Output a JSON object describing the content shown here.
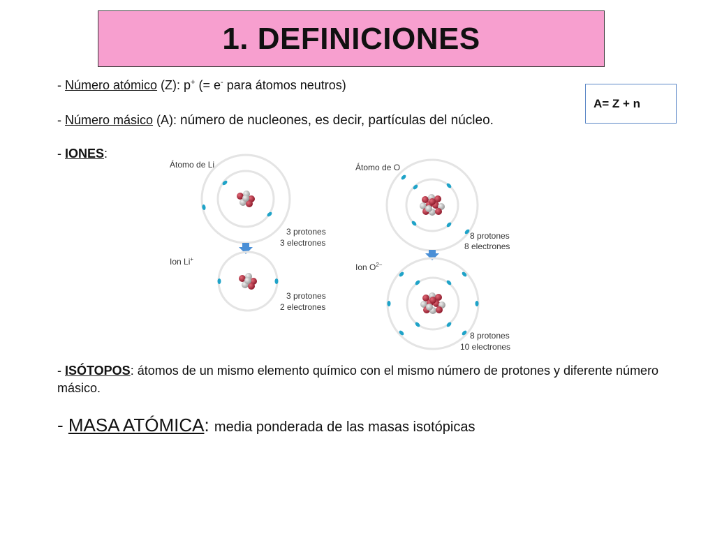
{
  "title": "1. DEFINICIONES",
  "definitions": {
    "numero_atomico": {
      "dash": "- ",
      "term": "Número atómico",
      "rest_a": " (Z): p",
      "sup_plus": "+",
      "rest_b": " (= e",
      "sup_minus": "-",
      "rest_c": " para átomos neutros)"
    },
    "numero_masico": {
      "dash": "- ",
      "term": "Número másico",
      "rest_a": " (A): ",
      "rest_b": "número de nucleones, es decir, partículas del núcleo."
    },
    "iones": {
      "dash": "- ",
      "term": "IONES",
      "rest": ":"
    },
    "isotopos": {
      "dash": "- ",
      "term": "ISÓTOPOS",
      "rest": ": átomos de un mismo elemento químico con el mismo número de protones y diferente número másico."
    },
    "masa_atomica": {
      "dash": "- ",
      "term": "MASA ATÓMICA",
      "colon": ": ",
      "rest": "media ponderada de las masas isotópicas"
    }
  },
  "formula": "A= Z + n",
  "diagram": {
    "li_atom_label": "Átomo de Li",
    "li_atom_caption": [
      "3 protones",
      "3 electrones"
    ],
    "li_ion_label": "Ion Li",
    "li_ion_sup": "+",
    "li_ion_caption": [
      "3 protones",
      "2 electrones"
    ],
    "o_atom_label": "Átomo de O",
    "o_atom_caption": [
      "8 protones",
      "8 electrones"
    ],
    "o_ion_label": "Ion O",
    "o_ion_sup": "2−",
    "o_ion_caption": [
      "8 protones",
      "10 electrones"
    ]
  },
  "colors": {
    "title_bg": "#f79fcf",
    "formula_border": "#5b87c6",
    "orbit": "#e4e4e4",
    "electron": "#1fa3c8",
    "proton": "#b0283a",
    "neutron": "#cfcfcf",
    "arrow": "#4a8fd6"
  }
}
